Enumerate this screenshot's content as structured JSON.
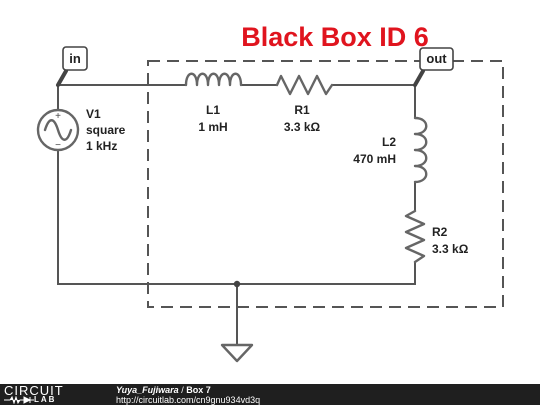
{
  "schematic": {
    "title": "Black Box ID 6",
    "ports": {
      "in": "in",
      "out": "out"
    },
    "source": {
      "name": "V1",
      "type": "square",
      "frequency": "1 kHz"
    },
    "components": {
      "L1": {
        "name": "L1",
        "value": "1 mH"
      },
      "R1": {
        "name": "R1",
        "value": "3.3 kΩ"
      },
      "L2": {
        "name": "L2",
        "value": "470 mH"
      },
      "R2": {
        "name": "R2",
        "value": "3.3 kΩ"
      }
    },
    "source_sign": {
      "plus": "+",
      "minus": "−"
    }
  },
  "footer": {
    "logo_top": "CIRCUIT",
    "logo_bottom": "LAB",
    "author": "Yuya_Fujiwara",
    "separator": "/",
    "circuit_name": "Box 7",
    "url": "http://circuitlab.com/cn9gnu934vd3q"
  }
}
